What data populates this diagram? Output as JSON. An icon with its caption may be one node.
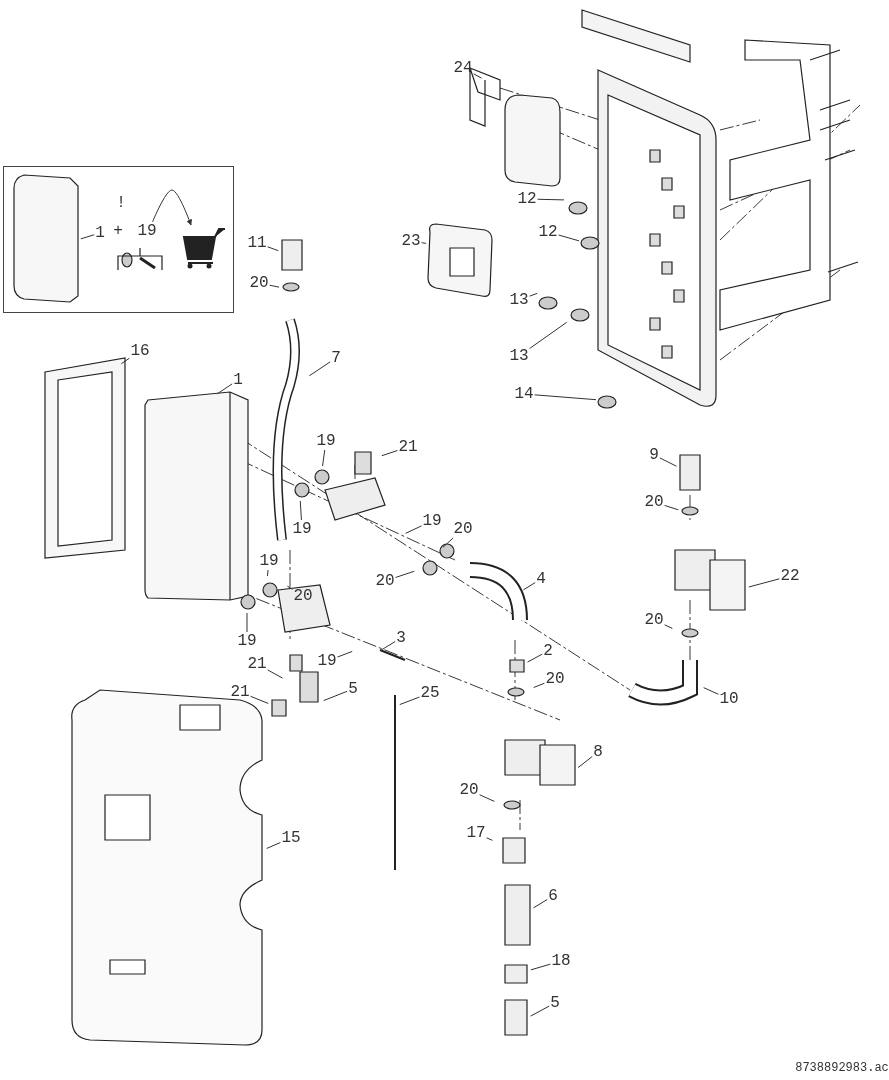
{
  "diagram": {
    "nodes": [
      {
        "text": [],
        "shape": "box"
      },
      {
        "text": [
          "1"
        ],
        "in": 0
      },
      {
        "text": [
          "19"
        ],
        "in": 0
      },
      {
        "text": [
          "24"
        ]
      },
      {
        "text": [
          "12"
        ]
      },
      {
        "text": [
          "12"
        ]
      },
      {
        "text": [
          "23"
        ]
      },
      {
        "text": [
          "11"
        ]
      },
      {
        "text": [
          "20"
        ]
      },
      {
        "text": [
          "13"
        ]
      },
      {
        "text": [
          "16"
        ]
      },
      {
        "text": [
          "7"
        ]
      },
      {
        "text": [
          "13"
        ]
      },
      {
        "text": [
          "1"
        ]
      },
      {
        "text": [
          "14"
        ]
      },
      {
        "text": [
          "19"
        ]
      },
      {
        "text": [
          "21"
        ]
      },
      {
        "text": [
          "9"
        ]
      },
      {
        "text": [
          "20"
        ]
      },
      {
        "text": [
          "19"
        ]
      },
      {
        "text": [
          "19"
        ]
      },
      {
        "text": [
          "20"
        ]
      },
      {
        "text": [
          "19"
        ]
      },
      {
        "text": [
          "4"
        ]
      },
      {
        "text": [
          "22"
        ]
      },
      {
        "text": [
          "20"
        ]
      },
      {
        "text": [
          "20"
        ]
      },
      {
        "text": [
          "20"
        ]
      },
      {
        "text": [
          "19"
        ]
      },
      {
        "text": [
          "3"
        ]
      },
      {
        "text": [
          "2"
        ]
      },
      {
        "text": [
          "21"
        ]
      },
      {
        "text": [
          "19"
        ]
      },
      {
        "text": [
          "20"
        ]
      },
      {
        "text": [
          "21"
        ]
      },
      {
        "text": [
          "5"
        ]
      },
      {
        "text": [
          "25"
        ]
      },
      {
        "text": [
          "10"
        ]
      },
      {
        "text": [
          "8"
        ]
      },
      {
        "text": [
          "20"
        ]
      },
      {
        "text": [
          "17"
        ]
      },
      {
        "text": [
          "15"
        ]
      },
      {
        "text": [
          "6"
        ]
      },
      {
        "text": [
          "18"
        ]
      },
      {
        "text": [
          "5"
        ]
      },
      {
        "text": [],
        "shape": "picture",
        "in": 0
      }
    ],
    "edges": [
      {
        "from": 1,
        "to": null,
        "arrow": "none"
      },
      {
        "from": 3,
        "to": null,
        "arrow": "none"
      },
      {
        "from": 4,
        "to": null,
        "arrow": "none"
      },
      {
        "from": 5,
        "to": null,
        "arrow": "none"
      },
      {
        "from": 6,
        "to": null,
        "arrow": "none"
      },
      {
        "from": 7,
        "to": null,
        "arrow": "none"
      },
      {
        "from": 8,
        "to": null,
        "arrow": "none"
      },
      {
        "from": 9,
        "to": null,
        "arrow": "none"
      },
      {
        "from": 10,
        "to": null,
        "arrow": "none"
      },
      {
        "from": 11,
        "to": null,
        "arrow": "none"
      },
      {
        "from": 12,
        "to": null,
        "arrow": "none"
      },
      {
        "from": 13,
        "to": null,
        "arrow": "none"
      },
      {
        "from": 14,
        "to": null,
        "arrow": "none"
      },
      {
        "from": 15,
        "to": null,
        "arrow": "none"
      },
      {
        "from": 16,
        "to": null,
        "arrow": "none"
      },
      {
        "from": 17,
        "to": null,
        "arrow": "none"
      },
      {
        "from": 18,
        "to": null,
        "arrow": "none"
      },
      {
        "from": 19,
        "to": null,
        "arrow": "none"
      },
      {
        "from": 20,
        "to": null,
        "arrow": "none"
      },
      {
        "from": 21,
        "to": null,
        "arrow": "none"
      },
      {
        "from": 22,
        "to": null,
        "arrow": "none"
      },
      {
        "from": 23,
        "to": null,
        "arrow": "none"
      },
      {
        "from": 24,
        "to": null,
        "arrow": "none"
      },
      {
        "from": 25,
        "to": null,
        "arrow": "none"
      },
      {
        "from": 26,
        "to": null,
        "arrow": "none"
      },
      {
        "from": 27,
        "to": null,
        "arrow": "none"
      },
      {
        "from": 28,
        "to": null,
        "arrow": "none"
      },
      {
        "from": 29,
        "to": null,
        "arrow": "none"
      },
      {
        "from": 30,
        "to": null,
        "arrow": "none"
      },
      {
        "from": 31,
        "to": null,
        "arrow": "none"
      },
      {
        "from": 32,
        "to": null,
        "arrow": "none"
      },
      {
        "from": 33,
        "to": null,
        "arrow": "none"
      },
      {
        "from": 34,
        "to": null,
        "arrow": "none"
      },
      {
        "from": 35,
        "to": null,
        "arrow": "none"
      },
      {
        "from": 36,
        "to": null,
        "arrow": "none"
      },
      {
        "from": 37,
        "to": null,
        "arrow": "none"
      },
      {
        "from": 38,
        "to": null,
        "arrow": "none"
      },
      {
        "from": 39,
        "to": null,
        "arrow": "none"
      },
      {
        "from": 40,
        "to": null,
        "arrow": "none"
      },
      {
        "from": 41,
        "to": null,
        "arrow": "none"
      },
      {
        "from": 42,
        "to": null,
        "arrow": "none"
      },
      {
        "from": 43,
        "to": null,
        "arrow": "none"
      },
      {
        "from": 44,
        "to": null,
        "arrow": "none"
      },
      {
        "from": 2,
        "to": 45,
        "arrow": "to"
      }
    ],
    "labels": [
      "!",
      "+",
      "8738892983.ac"
    ]
  }
}
